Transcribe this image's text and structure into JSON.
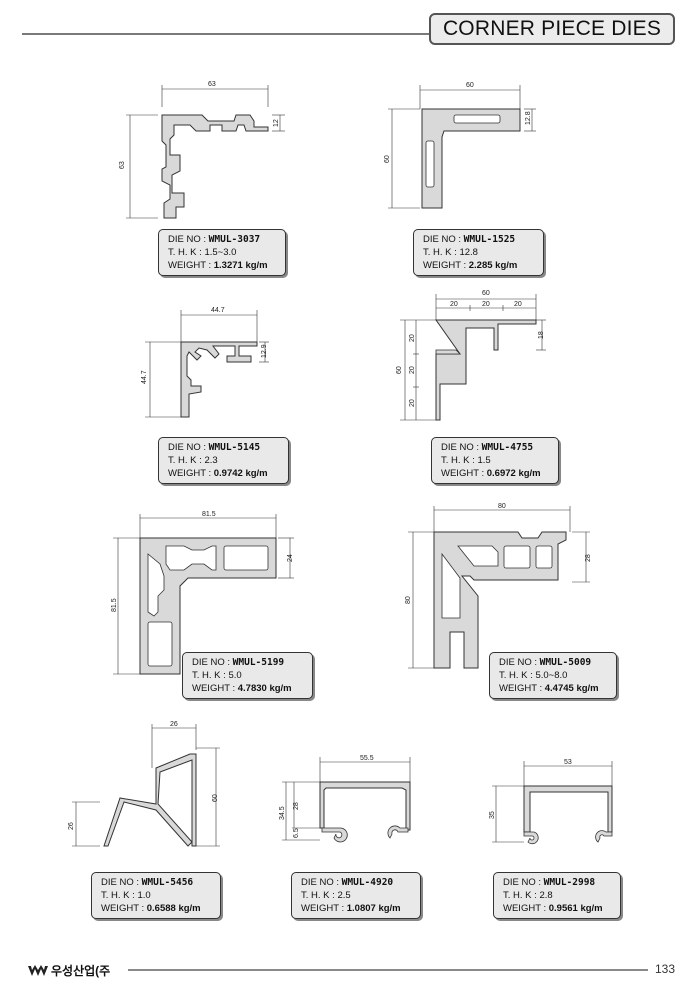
{
  "header": {
    "title": "CORNER PIECE DIES"
  },
  "dies": [
    {
      "no": "WMUL-3037",
      "thk": "1.5~3.0",
      "weight": "1.3271 kg/m",
      "dims": [
        "63",
        "63",
        "12"
      ]
    },
    {
      "no": "WMUL-1525",
      "thk": "12.8",
      "weight": "2.285 kg/m",
      "dims": [
        "60",
        "60",
        "12.8"
      ]
    },
    {
      "no": "WMUL-5145",
      "thk": "2.3",
      "weight": "0.9742 kg/m",
      "dims": [
        "44.7",
        "44.7",
        "12.9"
      ]
    },
    {
      "no": "WMUL-4755",
      "thk": "1.5",
      "weight": "0.6972 kg/m",
      "dims": [
        "60",
        "20",
        "20",
        "20",
        "60",
        "20",
        "20",
        "20",
        "18"
      ]
    },
    {
      "no": "WMUL-5199",
      "thk": "5.0",
      "weight": "4.7830 kg/m",
      "dims": [
        "81.5",
        "81.5",
        "24"
      ]
    },
    {
      "no": "WMUL-5009",
      "thk": "5.0~8.0",
      "weight": "4.4745 kg/m",
      "dims": [
        "80",
        "80",
        "28"
      ]
    },
    {
      "no": "WMUL-5456",
      "thk": "1.0",
      "weight": "0.6588 kg/m",
      "dims": [
        "26",
        "60",
        "26"
      ]
    },
    {
      "no": "WMUL-4920",
      "thk": "2.5",
      "weight": "1.0807 kg/m",
      "dims": [
        "55.5",
        "34.5",
        "28",
        "6.5"
      ]
    },
    {
      "no": "WMUL-2998",
      "thk": "2.8",
      "weight": "0.9561 kg/m",
      "dims": [
        "53",
        "35"
      ]
    }
  ],
  "labels": {
    "die_no": "DIE NO :",
    "thk": "T. H. K :",
    "weight": "WEIGHT :"
  },
  "footer": {
    "logo_icon": "wsm-logo-icon",
    "company": "우성산업(주",
    "page": "133"
  },
  "colors": {
    "profile_fill": "#d9d9d9",
    "profile_stroke": "#333333",
    "card_bg": "#e9e9e9"
  }
}
